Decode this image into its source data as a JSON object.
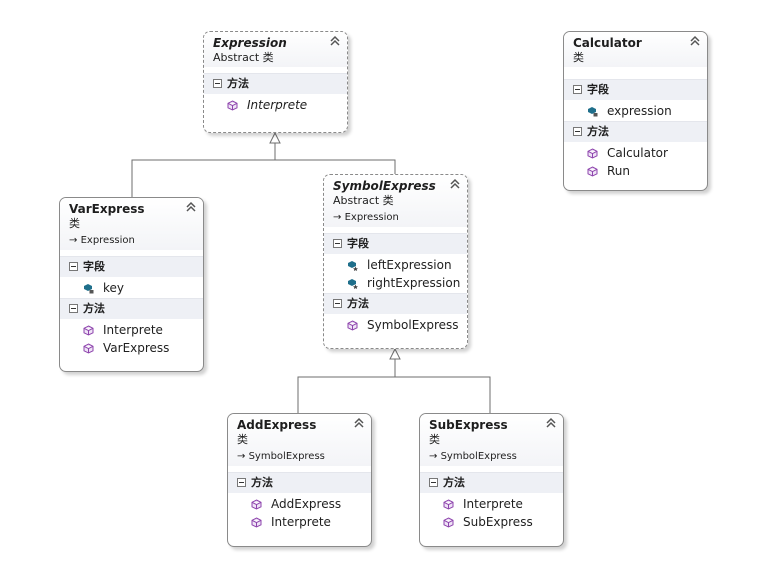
{
  "diagram": {
    "classes": {
      "expression": {
        "name": "Expression",
        "kind": "Abstract 类",
        "methods_label": "方法",
        "methods": [
          "Interprete"
        ]
      },
      "calculator": {
        "name": "Calculator",
        "kind": "类",
        "fields_label": "字段",
        "fields": [
          "expression"
        ],
        "methods_label": "方法",
        "methods": [
          "Calculator",
          "Run"
        ]
      },
      "varexpress": {
        "name": "VarExpress",
        "kind": "类",
        "base": "Expression",
        "fields_label": "字段",
        "fields": [
          "key"
        ],
        "methods_label": "方法",
        "methods": [
          "Interprete",
          "VarExpress"
        ]
      },
      "symbolexpress": {
        "name": "SymbolExpress",
        "kind": "Abstract 类",
        "base": "Expression",
        "fields_label": "字段",
        "fields": [
          "leftExpression",
          "rightExpression"
        ],
        "methods_label": "方法",
        "methods": [
          "SymbolExpress"
        ]
      },
      "addexpress": {
        "name": "AddExpress",
        "kind": "类",
        "base": "SymbolExpress",
        "methods_label": "方法",
        "methods": [
          "AddExpress",
          "Interprete"
        ]
      },
      "subexpress": {
        "name": "SubExpress",
        "kind": "类",
        "base": "SymbolExpress",
        "methods_label": "方法",
        "methods": [
          "Interprete",
          "SubExpress"
        ]
      }
    },
    "inheritance_arrow": "→",
    "icons": {
      "collapse": "double-chevron-up-icon",
      "method": "method-cube-icon",
      "private_field": "private-field-icon",
      "protected_field": "protected-field-icon"
    },
    "colors": {
      "border": "#8a8a8a",
      "section_bg": "#eef0f5",
      "method_icon": "#8e44ad",
      "field_icon": "#1f6f8b"
    }
  }
}
